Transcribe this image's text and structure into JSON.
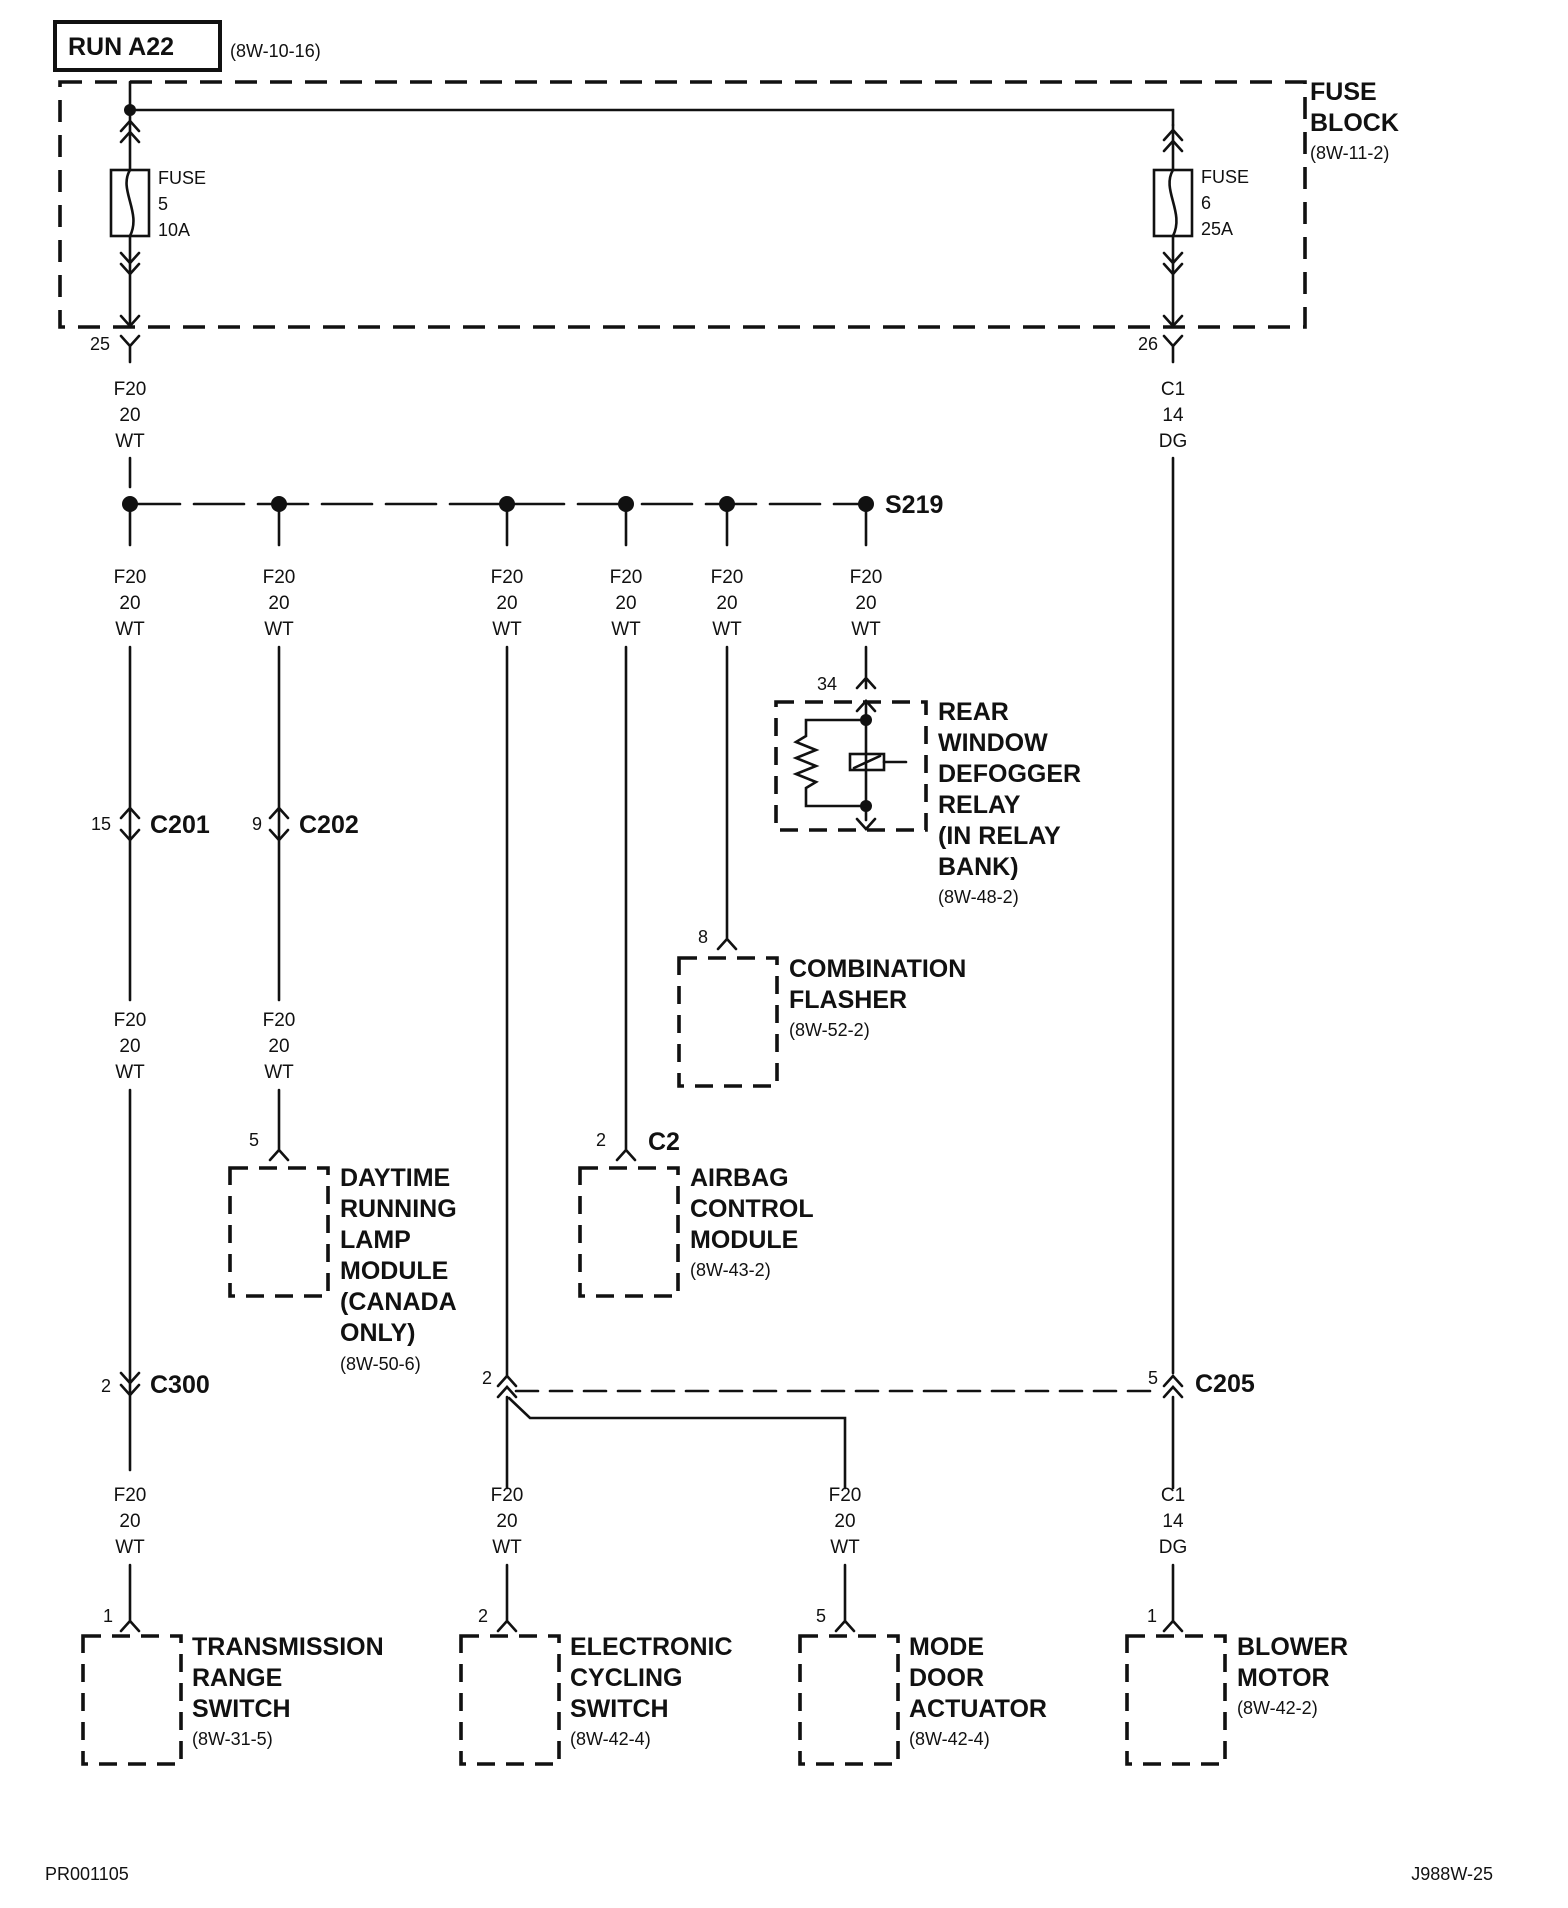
{
  "title_box": {
    "label": "RUN A22",
    "ref": "(8W-10-16)"
  },
  "fuse_block": {
    "name_lines": [
      "FUSE",
      "BLOCK"
    ],
    "ref": "(8W-11-2)"
  },
  "fuses": [
    {
      "lines": [
        "FUSE",
        "5",
        "10A"
      ],
      "pin": "25"
    },
    {
      "lines": [
        "FUSE",
        "6",
        "25A"
      ],
      "pin": "26"
    }
  ],
  "wire_labels": {
    "fuse5_out": [
      "F20",
      "20",
      "WT"
    ],
    "fuse6_out": [
      "C1",
      "14",
      "DG"
    ],
    "b1": [
      "F20",
      "20",
      "WT"
    ],
    "b2": [
      "F20",
      "20",
      "WT"
    ],
    "b3": [
      "F20",
      "20",
      "WT"
    ],
    "b4": [
      "F20",
      "20",
      "WT"
    ],
    "b5": [
      "F20",
      "20",
      "WT"
    ],
    "b6": [
      "F20",
      "20",
      "WT"
    ],
    "b1_after_c201": [
      "F20",
      "20",
      "WT"
    ],
    "b2_after_c202": [
      "F20",
      "20",
      "WT"
    ],
    "trs": [
      "F20",
      "20",
      "WT"
    ],
    "ecs": [
      "F20",
      "20",
      "WT"
    ],
    "mda": [
      "F20",
      "20",
      "WT"
    ],
    "blower": [
      "C1",
      "14",
      "DG"
    ]
  },
  "splice": {
    "label": "S219"
  },
  "connectors": {
    "c201": {
      "pin": "15",
      "name": "C201"
    },
    "c202": {
      "pin": "9",
      "name": "C202"
    },
    "c300": {
      "pin": "2",
      "name": "C300"
    },
    "c205_left": {
      "pin": "2"
    },
    "c205": {
      "pin": "5",
      "name": "C205"
    },
    "c2": {
      "pin": "2",
      "name": "C2"
    }
  },
  "components": [
    {
      "id": "rear-window-defogger-relay",
      "pin": "34",
      "lines": [
        "REAR",
        "WINDOW",
        "DEFOGGER",
        "RELAY",
        "(IN RELAY",
        "BANK)"
      ],
      "ref": "(8W-48-2)"
    },
    {
      "id": "combination-flasher",
      "pin": "8",
      "lines": [
        "COMBINATION",
        "FLASHER"
      ],
      "ref": "(8W-52-2)"
    },
    {
      "id": "daytime-running-lamp-module",
      "pin": "5",
      "lines": [
        "DAYTIME",
        "RUNNING",
        "LAMP",
        "MODULE",
        "(CANADA",
        "ONLY)"
      ],
      "ref": "(8W-50-6)"
    },
    {
      "id": "airbag-control-module",
      "pin": "2",
      "lines": [
        "AIRBAG",
        "CONTROL",
        "MODULE"
      ],
      "ref": "(8W-43-2)"
    },
    {
      "id": "transmission-range-switch",
      "pin": "1",
      "lines": [
        "TRANSMISSION",
        "RANGE",
        "SWITCH"
      ],
      "ref": "(8W-31-5)"
    },
    {
      "id": "electronic-cycling-switch",
      "pin": "2",
      "lines": [
        "ELECTRONIC",
        "CYCLING",
        "SWITCH"
      ],
      "ref": "(8W-42-4)"
    },
    {
      "id": "mode-door-actuator",
      "pin": "5",
      "lines": [
        "MODE",
        "DOOR",
        "ACTUATOR"
      ],
      "ref": "(8W-42-4)"
    },
    {
      "id": "blower-motor",
      "pin": "1",
      "lines": [
        "BLOWER",
        "MOTOR"
      ],
      "ref": "(8W-42-2)"
    }
  ],
  "footer": {
    "left": "PR001105",
    "right": "J988W-25"
  }
}
